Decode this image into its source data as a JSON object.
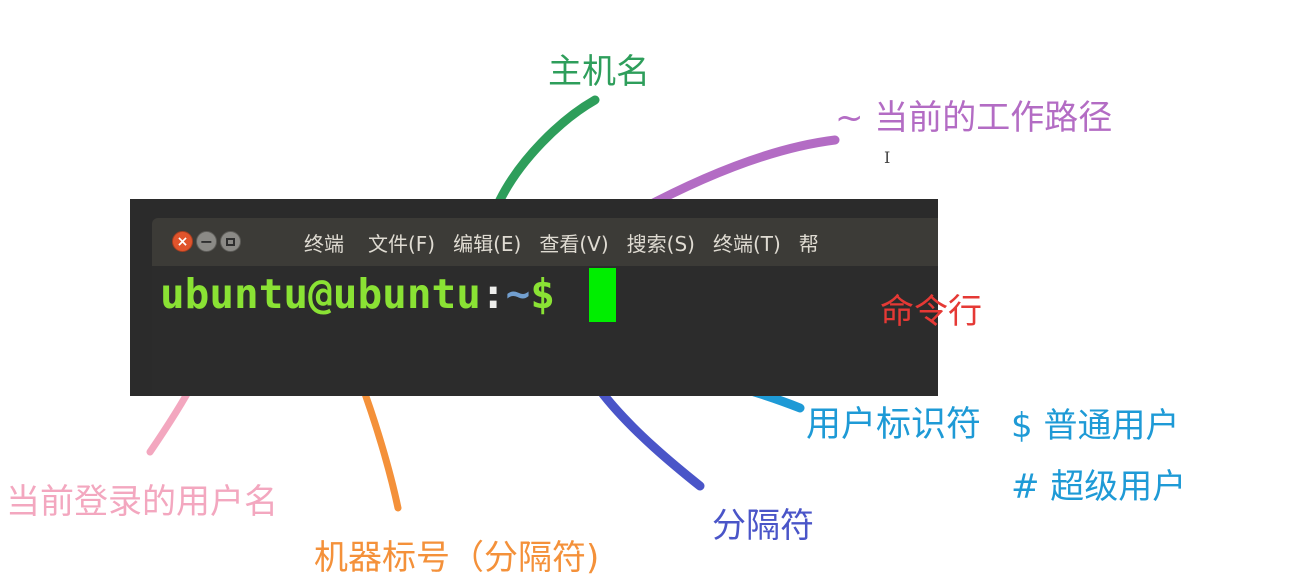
{
  "terminal": {
    "window_buttons": {
      "close_symbol": "×",
      "minimize_symbol": "−"
    },
    "menu": {
      "app_name": "终端",
      "items": [
        "文件(F)",
        "编辑(E)",
        "查看(V)",
        "搜索(S)",
        "终端(T)",
        "帮"
      ]
    },
    "prompt": {
      "user": "ubuntu",
      "at": "@",
      "host": "ubuntu",
      "colon": ":",
      "path": "~",
      "symbol": "$"
    }
  },
  "annotations": {
    "hostname": "主机名",
    "working_dir": "~ 当前的工作路径",
    "command_line": "命令行",
    "user_id_symbol": "用户标识符",
    "dollar_user": "$ 普通用户",
    "hash_user": "# 超级用户",
    "current_user": "当前登录的用户名",
    "machine_marker": "机器标号（分隔符)",
    "separator": "分隔符"
  },
  "colors": {
    "hostname": "#2e9e5b",
    "working_dir": "#b36cc4",
    "command_line": "#e53935",
    "user_id_symbol": "#1e9ad6",
    "dollar_user": "#1e9ad6",
    "hash_user": "#1e9ad6",
    "current_user": "#f3a7bf",
    "machine_marker": "#f4913a",
    "separator": "#4a55c8",
    "prompt_user_host": "#8ae234",
    "prompt_path": "#729fcf",
    "cursor": "#00ee00"
  }
}
